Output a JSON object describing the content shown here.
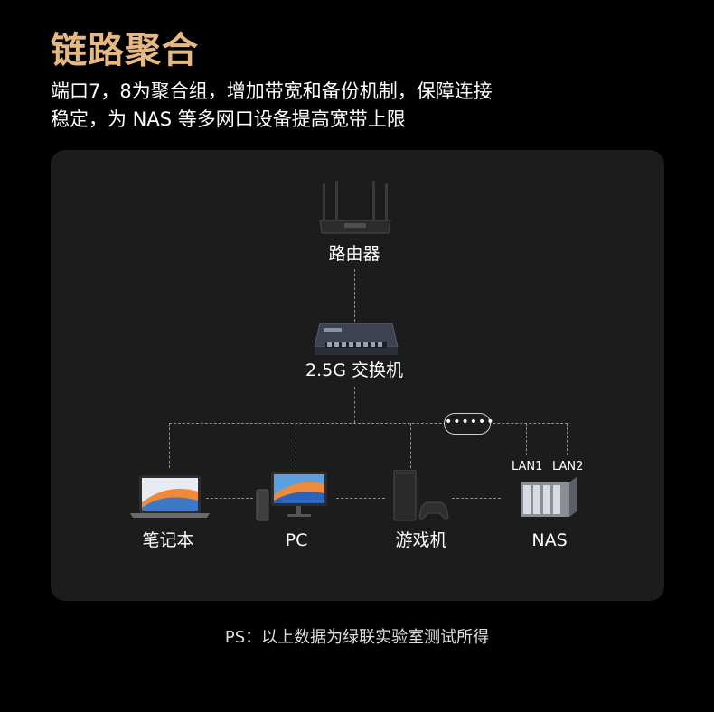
{
  "header": {
    "title": "链路聚合",
    "subtitle_line1": "端口7，8为聚合组，增加带宽和备份机制，保障连接",
    "subtitle_line2": "稳定，为 NAS 等多网口设备提高宽带上限"
  },
  "diagram": {
    "router_label": "路由器",
    "switch_label": "2.5G 交换机",
    "more_label": "••••••",
    "devices": [
      {
        "label": "笔记本",
        "icon": "laptop-icon"
      },
      {
        "label": "PC",
        "icon": "desktop-pc-icon"
      },
      {
        "label": "游戏机",
        "icon": "game-console-icon"
      },
      {
        "label": "NAS",
        "icon": "nas-icon"
      }
    ],
    "nas_ports": [
      "LAN1",
      "LAN2"
    ],
    "line_color": "#8c8c8c",
    "panel_color": "#1c1c1c",
    "accent_color": "#e6b884"
  },
  "footer": {
    "note": "PS：以上数据为绿联实验室测试所得"
  }
}
